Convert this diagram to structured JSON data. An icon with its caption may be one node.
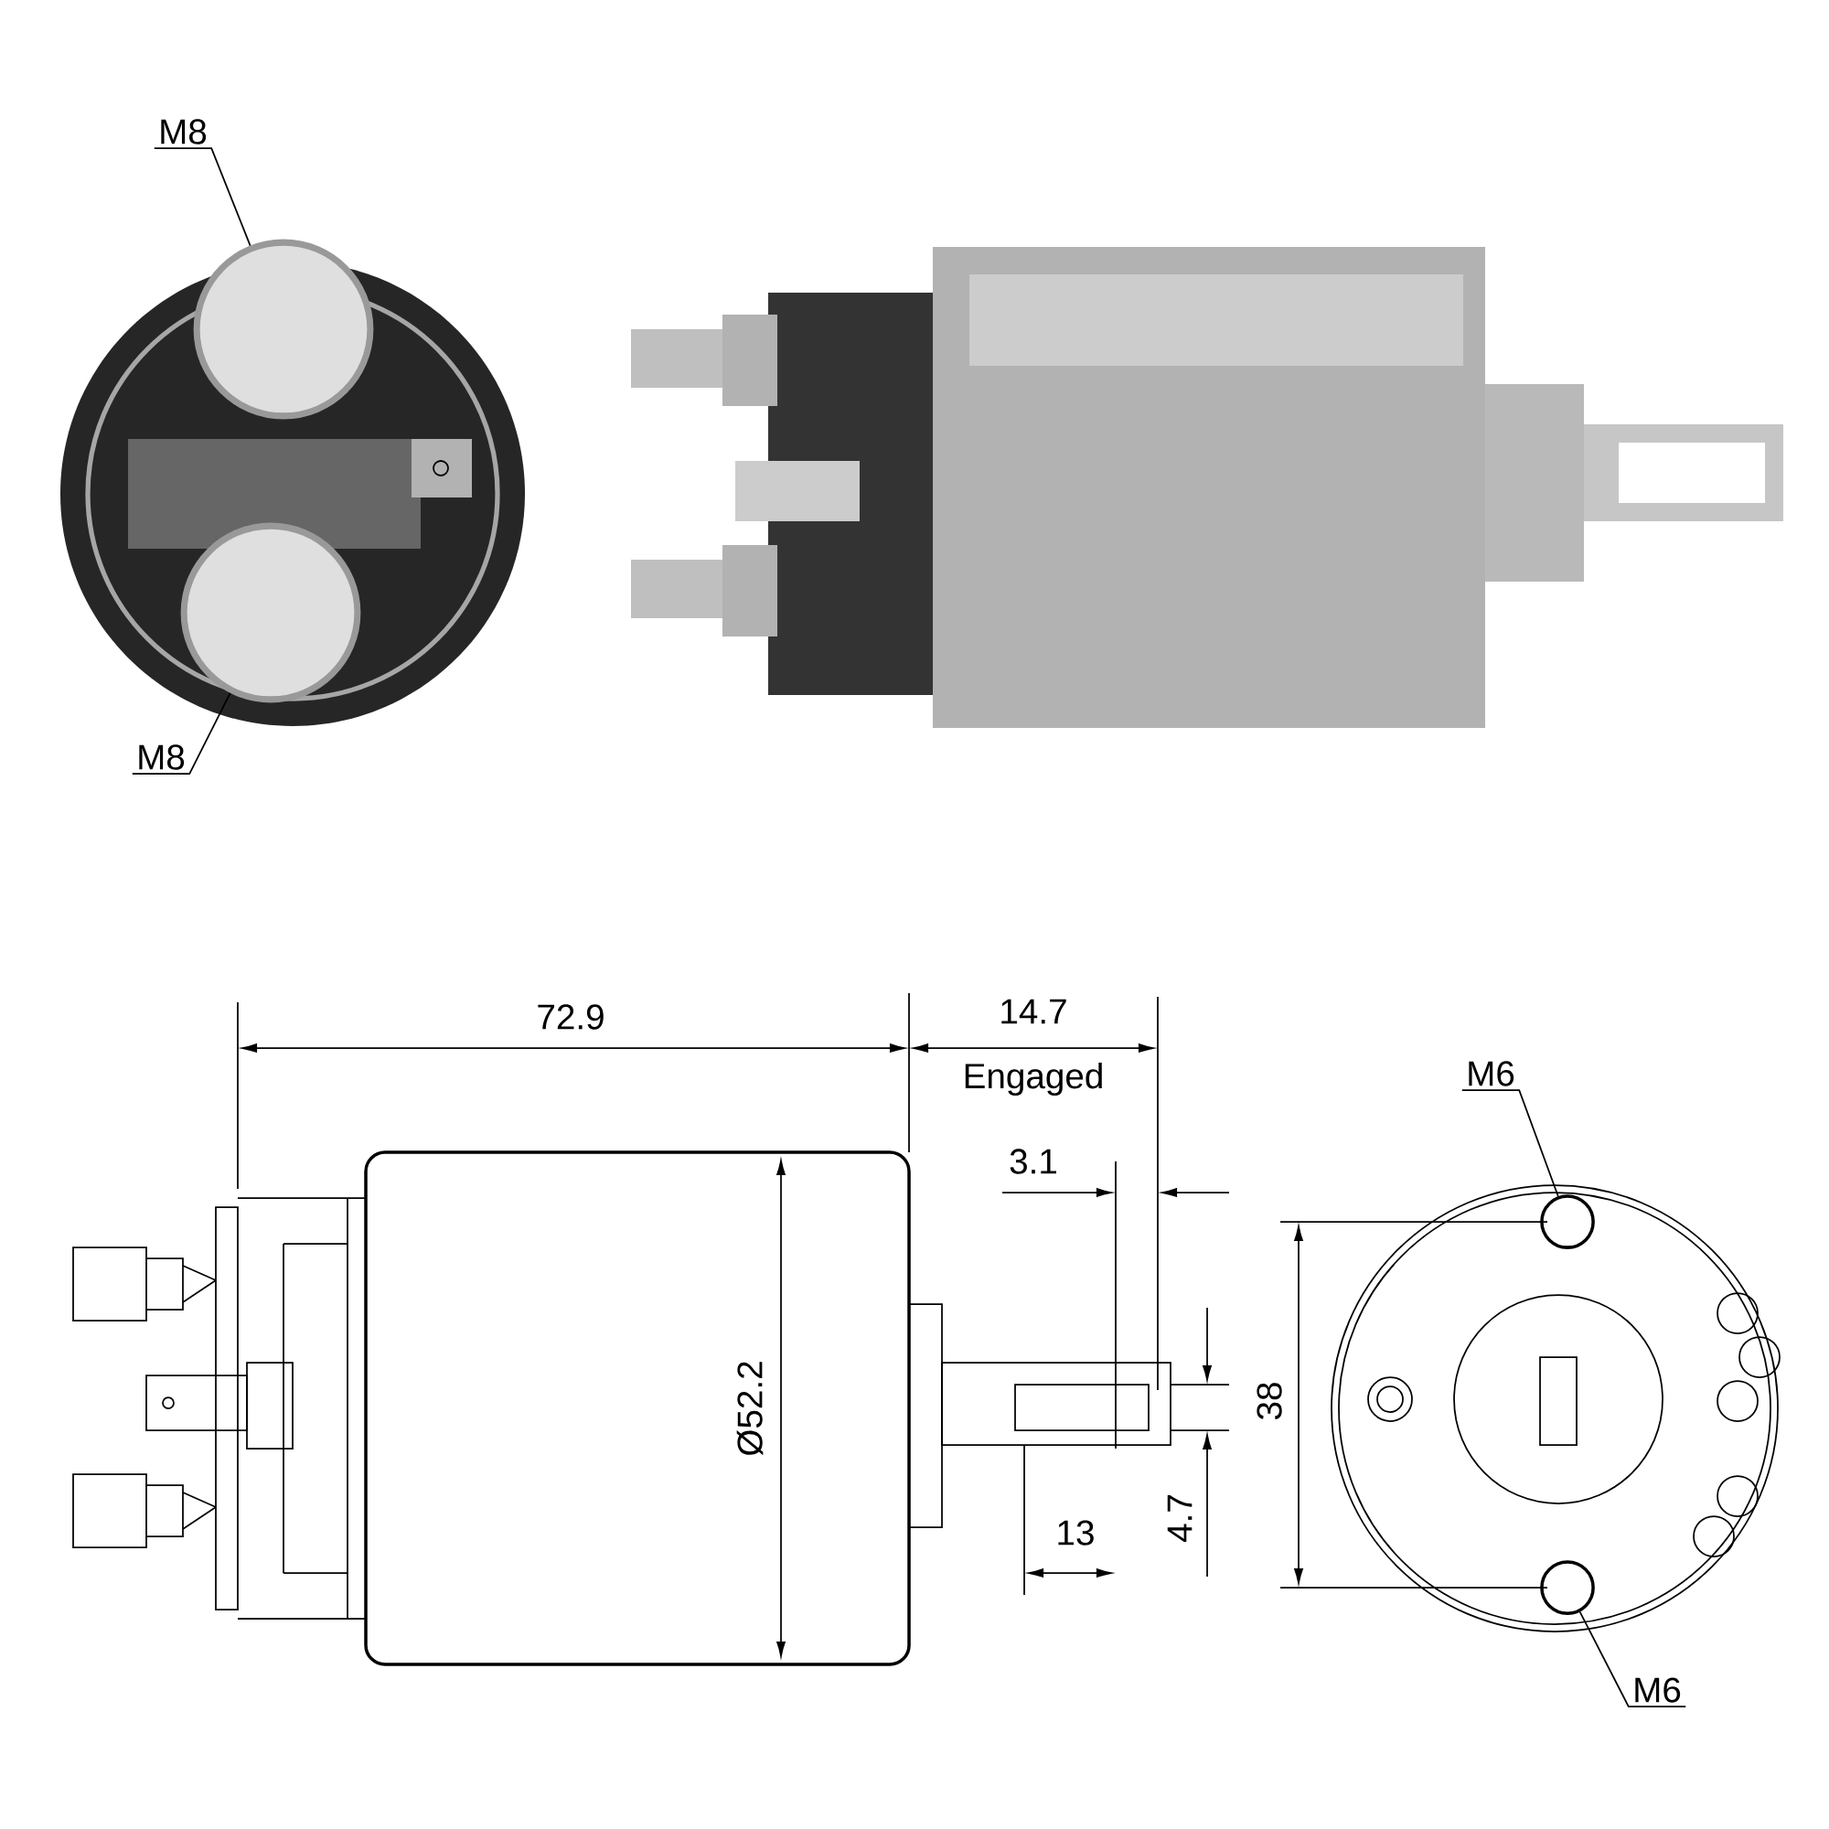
{
  "diagram": {
    "nodes": [
      {
        "text": [
          "M8"
        ]
      },
      {
        "text": [],
        "shape": "circle"
      },
      {
        "text": [
          "M8"
        ]
      },
      {
        "text": [],
        "shape": "circle"
      },
      {
        "text": [
          "M6"
        ]
      },
      {
        "text": [],
        "shape": "circle"
      },
      {
        "text": [
          "M6"
        ]
      },
      {
        "text": [],
        "shape": "circle"
      }
    ],
    "edges": [
      {
        "from": 0,
        "to": 1,
        "arrow": "none"
      },
      {
        "from": 2,
        "to": 3,
        "arrow": "none"
      },
      {
        "from": 4,
        "to": 5,
        "arrow": "none"
      },
      {
        "from": 6,
        "to": 7,
        "arrow": "none"
      }
    ],
    "labels": [
      "72.9",
      "14.7",
      "Engaged",
      "3.1",
      "Ø52.2",
      "38",
      "13",
      "4.7"
    ]
  }
}
